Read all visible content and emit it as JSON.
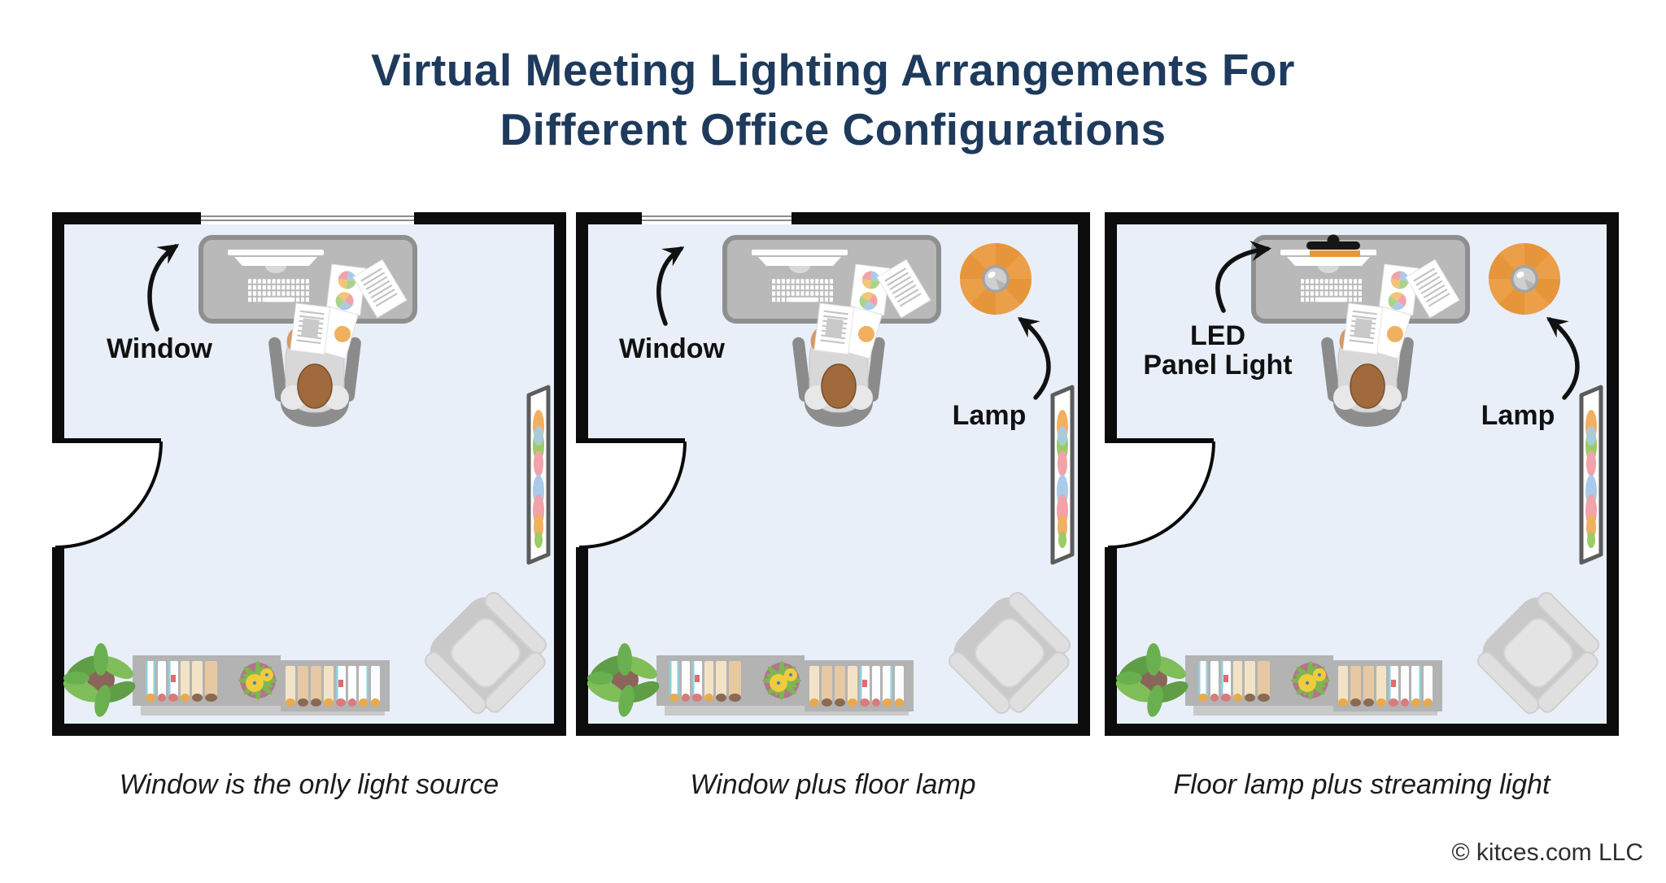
{
  "title": {
    "line1": "Virtual Meeting Lighting Arrangements For",
    "line2": "Different Office Configurations"
  },
  "rooms": [
    {
      "name": "Window is the only light source",
      "caption": "Window is the only light source",
      "labels": {
        "window": "Window"
      },
      "features": {
        "window": true,
        "floor_lamp": false,
        "led_panel_light": false
      }
    },
    {
      "name": "Window plus floor lamp",
      "caption": "Window plus floor lamp",
      "labels": {
        "window": "Window",
        "lamp": "Lamp"
      },
      "features": {
        "window": true,
        "floor_lamp": true,
        "led_panel_light": false
      }
    },
    {
      "name": "Floor lamp plus streaming light",
      "caption": "Floor lamp plus streaming light",
      "labels": {
        "led_line1": "LED",
        "led_line2": "Panel Light",
        "lamp": "Lamp"
      },
      "features": {
        "window": false,
        "floor_lamp": true,
        "led_panel_light": true
      }
    }
  ],
  "footer": {
    "copyright": "© kitces.com LLC"
  },
  "palette": {
    "title_navy": "#1e3a5c",
    "floor_blue": "#e9eff9",
    "wall_black": "#0c0c0c",
    "desk_gray": "#b9b9b9",
    "lamp_orange": "#eb9f49",
    "led_orange": "#e8963b",
    "label_black": "#111111"
  }
}
